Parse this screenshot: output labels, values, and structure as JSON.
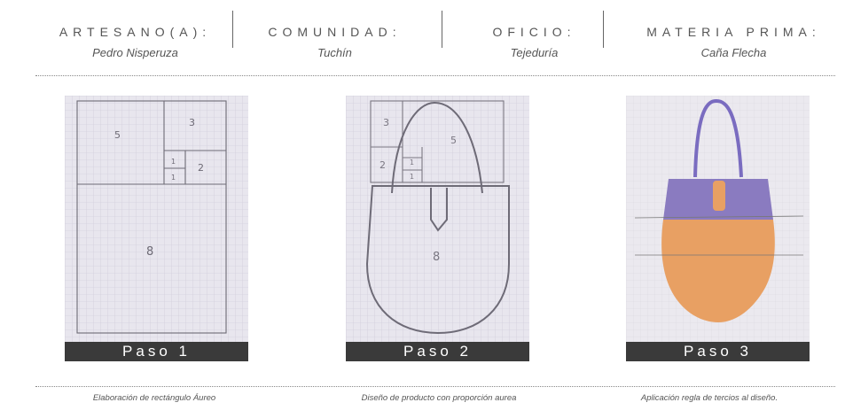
{
  "header": {
    "artesano_label": "ARTESANO(A):",
    "artesano_value": "Pedro Nisperuza",
    "comunidad_label": "COMUNIDAD:",
    "comunidad_value": "Tuchín",
    "oficio_label": "OFICIO:",
    "oficio_value": "Tejeduría",
    "materia_label": "MATERIA PRIMA:",
    "materia_value": "Caña Flecha"
  },
  "panels": [
    {
      "step": "Paso 1",
      "caption": "Elaboración de rectángulo Áureo",
      "sketch_labels": [
        "5",
        "3",
        "1",
        "1",
        "2",
        "8"
      ]
    },
    {
      "step": "Paso 2",
      "caption": "Diseño de producto con proporción aurea",
      "sketch_labels": [
        "3",
        "5",
        "2",
        "1",
        "1",
        "8"
      ]
    },
    {
      "step": "Paso 3",
      "caption": "Aplicación regla de tercios al diseño."
    }
  ],
  "colors": {
    "step_bar": "#3a3a3a",
    "paper": "#e9e7ee",
    "bag_orange": "#e8a063",
    "bag_purple": "#8a7bc0"
  }
}
